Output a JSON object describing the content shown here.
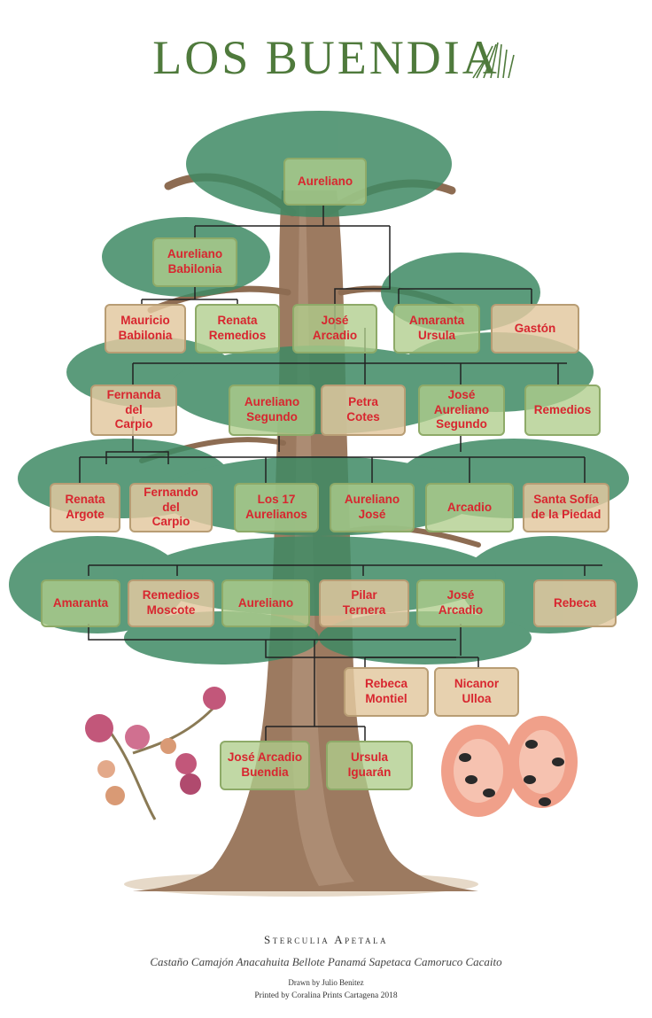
{
  "title": "LOS BUENDIA",
  "colors": {
    "title": "#4f7a3c",
    "name_text": "#d8262f",
    "leaves": "#3f8a64",
    "trunk": "#9c7a60",
    "connectors": "#222222"
  },
  "nodes": {
    "aureliano_top": "Aureliano",
    "aureliano_babilonia": "Aureliano\nBabilonia",
    "mauricio_babilonia": "Mauricio\nBabilonia",
    "renata_remedios": "Renata\nRemedios",
    "jose_arcadio_gen5": "José\nArcadio",
    "amaranta_ursula": "Amaranta\nUrsula",
    "gaston": "Gastón",
    "fernanda_del_carpio": "Fernanda\ndel\nCarpio",
    "aureliano_segundo": "Aureliano\nSegundo",
    "petra_cotes": "Petra\nCotes",
    "jose_aureliano_segundo": "José\nAureliano\nSegundo",
    "remedios_bella": "Remedios",
    "renata_argote": "Renata\nArgote",
    "fernando_del_carpio": "Fernando\ndel\nCarpio",
    "los_17_aurelianos": "Los 17\nAurelianos",
    "aureliano_jose": "Aureliano\nJosé",
    "arcadio": "Arcadio",
    "santa_sofia": "Santa Sofía\nde la Piedad",
    "amaranta": "Amaranta",
    "remedios_moscote": "Remedios\nMoscote",
    "aureliano_colonel": "Aureliano",
    "pilar_ternera": "Pilar\nTernera",
    "jose_arcadio_gen2": "José\nArcadio",
    "rebeca": "Rebeca",
    "rebeca_montiel": "Rebeca\nMontiel",
    "nicanor_ulloa": "Nicanor\nUlloa",
    "jose_arcadio_buendia": "José Arcadio\nBuendia",
    "ursula_iguaran": "Ursula\nIguarán"
  },
  "footer": {
    "species": "Sterculia Apetala",
    "common_names": "Castaño Camajón Anacahuita Bellote Panamá Sapetaca Camoruco Cacaito",
    "drawn_by": "Drawn by Julio Benitez",
    "printed_by": "Printed by Coralina Prints Cartagena 2018"
  }
}
